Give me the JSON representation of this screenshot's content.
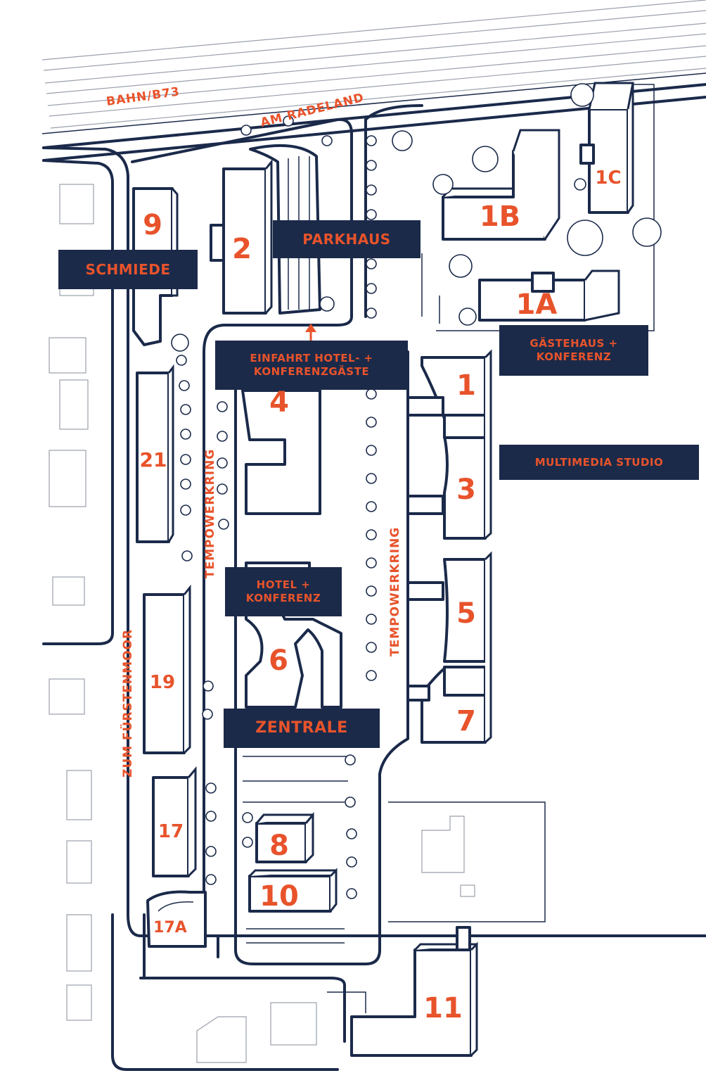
{
  "streets": {
    "bahn": "BAHN/B73",
    "am_radeland": "AM RADELAND",
    "tempowerkring_left": "TEMPOWERKRING",
    "tempowerkring_right": "TEMPOWERKRING",
    "zum_fuerstenmoor": "ZUM FÜRSTENMOOR"
  },
  "buildings": {
    "b9": "9",
    "b2": "2",
    "b1b": "1B",
    "b1c": "1C",
    "b1a": "1A",
    "b1": "1",
    "b3": "3",
    "b4": "4",
    "b21": "21",
    "b5": "5",
    "b6": "6",
    "b7": "7",
    "b19": "19",
    "b17": "17",
    "b17a": "17A",
    "b8": "8",
    "b10": "10",
    "b11": "11"
  },
  "labels": {
    "parkhaus": "PARKHAUS",
    "schmiede": "SCHMIEDE",
    "einfahrt": "EINFAHRT HOTEL- +\nKONFERENZGÄSTE",
    "gaestehaus": "GÄSTEHAUS +\nKONFERENZ",
    "multimedia": "MULTIMEDIA STUDIO",
    "hotel": "HOTEL +\nKONFERENZ",
    "zentrale": "ZENTRALE"
  },
  "colors": {
    "accent": "#e8532b",
    "navy": "#1c2a49",
    "background": "#ffffff"
  }
}
